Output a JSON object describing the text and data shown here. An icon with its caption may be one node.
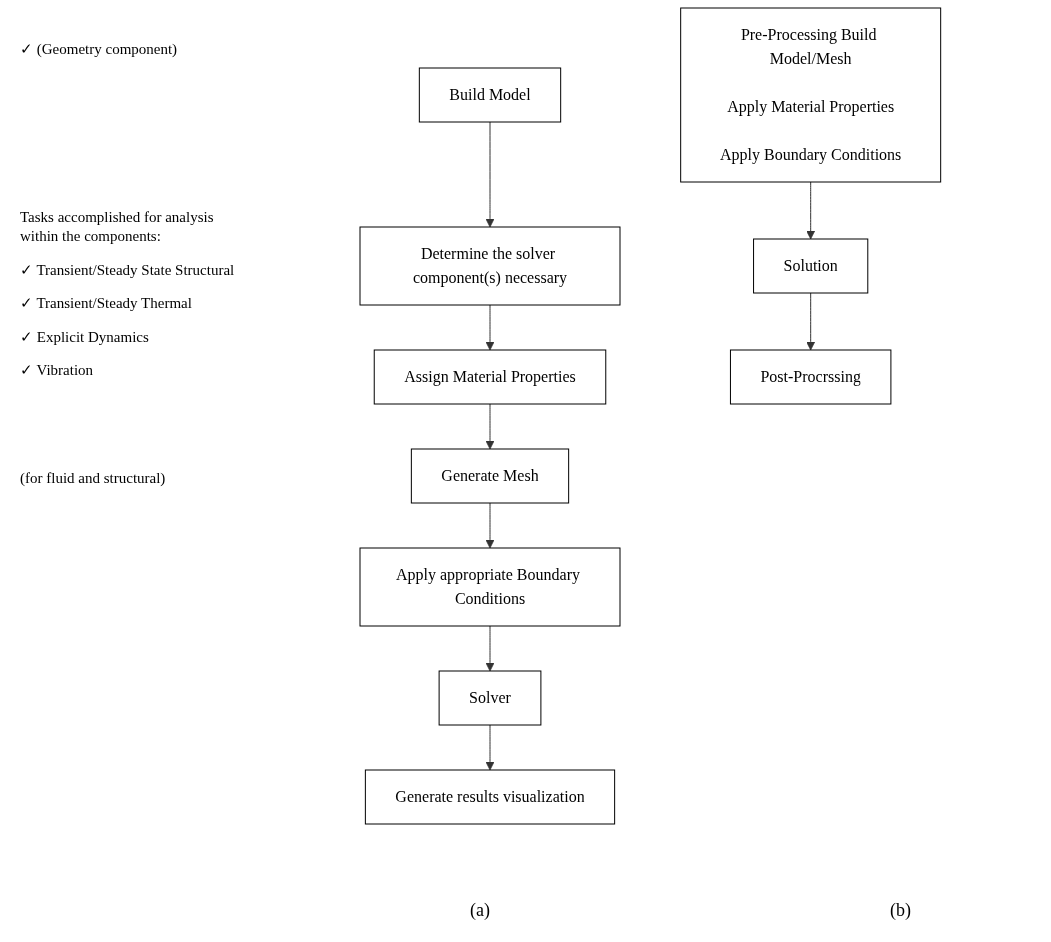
{
  "diagram": {
    "nodes": [
      {
        "text": [
          "Build Model"
        ]
      },
      {
        "text": [
          "Determine the solver component(s) necessary"
        ]
      },
      {
        "text": [
          "Assign Material Properties"
        ]
      },
      {
        "text": [
          "Generate Mesh"
        ]
      },
      {
        "text": [
          "Apply appropriate Boundary Conditions"
        ]
      },
      {
        "text": [
          "Solver"
        ]
      },
      {
        "text": [
          "Generate results visualization"
        ]
      },
      {
        "text": [
          "Pre-Processing Build Model/Mesh",
          "Apply Material Properties",
          "Apply Boundary Conditions"
        ]
      },
      {
        "text": [
          "Solution"
        ]
      },
      {
        "text": [
          "Post-Procrssing"
        ]
      }
    ],
    "edges": [
      {
        "from": 0,
        "to": 1,
        "arrow": "to"
      },
      {
        "from": 1,
        "to": 2,
        "arrow": "to"
      },
      {
        "from": 2,
        "to": 3,
        "arrow": "to"
      },
      {
        "from": 3,
        "to": 4,
        "arrow": "to"
      },
      {
        "from": 4,
        "to": 5,
        "arrow": "to"
      },
      {
        "from": 5,
        "to": 6,
        "arrow": "to"
      },
      {
        "from": 7,
        "to": 8,
        "arrow": "to"
      },
      {
        "from": 8,
        "to": 9,
        "arrow": "to"
      }
    ],
    "labels": [
      "✓ (Geometry component)",
      "Tasks accomplished for analysis within the components:",
      "✓ Transient/Steady State Structural",
      "✓ Transient/Steady Thermal",
      "✓ Explicit Dynamics",
      "✓ Vibration",
      "(for fluid and structural)",
      "(a)",
      "(b)"
    ]
  }
}
